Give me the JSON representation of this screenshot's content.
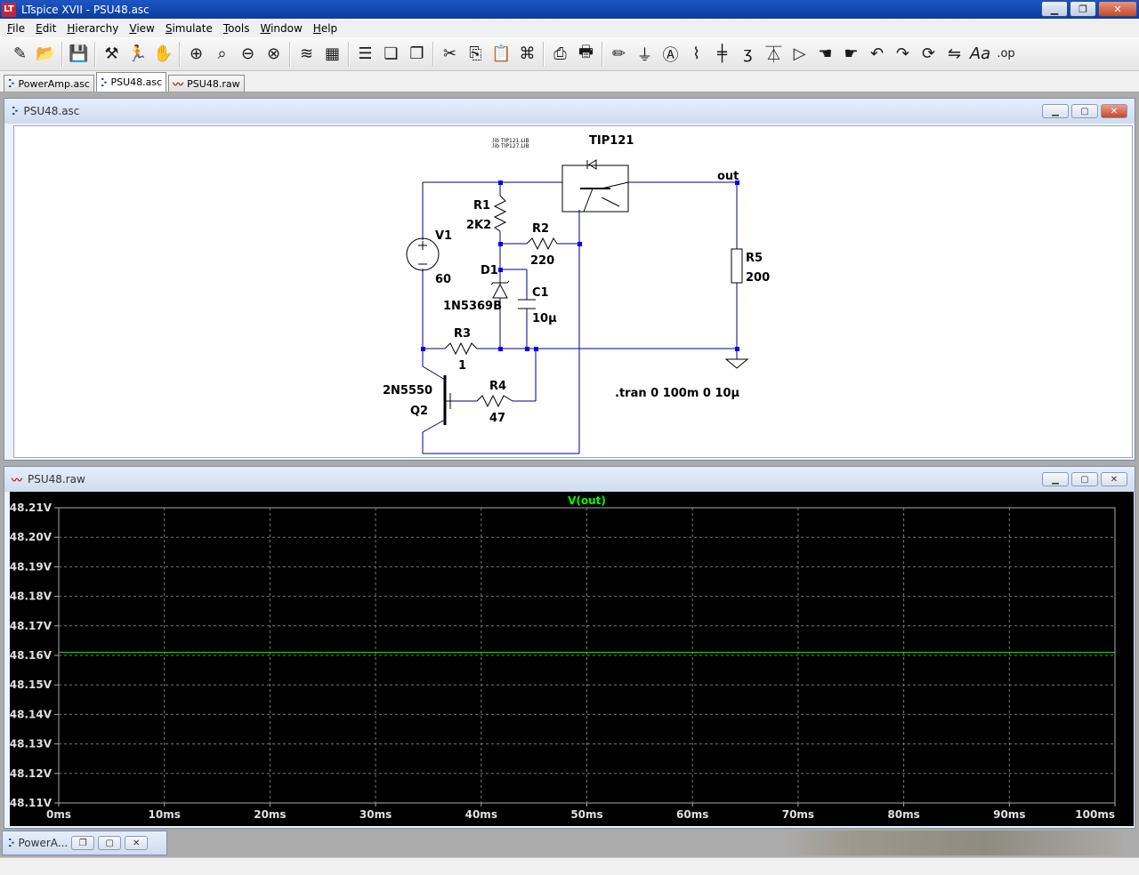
{
  "window": {
    "title": "LTspice XVII - PSU48.asc",
    "icon_text": "LT"
  },
  "menu": {
    "items": [
      {
        "u": "F",
        "rest": "ile"
      },
      {
        "u": "E",
        "rest": "dit"
      },
      {
        "u": "H",
        "rest": "ierarchy"
      },
      {
        "u": "V",
        "rest": "iew"
      },
      {
        "u": "S",
        "rest": "imulate"
      },
      {
        "u": "T",
        "rest": "ools"
      },
      {
        "u": "W",
        "rest": "indow"
      },
      {
        "u": "H",
        "rest": "elp"
      }
    ]
  },
  "tabs": [
    {
      "label": "PowerAmp.asc",
      "icon": "schematic-icon"
    },
    {
      "label": "PSU48.asc",
      "icon": "schematic-icon"
    },
    {
      "label": "PSU48.raw",
      "icon": "waveform-icon"
    }
  ],
  "schematic_window": {
    "title": "PSU48.asc"
  },
  "schematic": {
    "lib_line1": ".lib TIP121.LIB",
    "lib_line2": ".lib TIP127.LIB",
    "tip121": "TIP121",
    "out": "out",
    "r1_name": "R1",
    "r1_value": "2K2",
    "r2_name": "R2",
    "r2_value": "220",
    "v1_name": "V1",
    "v1_value": "60",
    "d1_name": "D1",
    "d1_value": "1N5369B",
    "c1_name": "C1",
    "c1_value": "10µ",
    "r3_name": "R3",
    "r3_value": "1",
    "r4_name": "R4",
    "r4_value": "47",
    "r5_name": "R5",
    "r5_value": "200",
    "q2_model": "2N5550",
    "q2_name": "Q2",
    "directive": ".tran 0 100m 0 10µ"
  },
  "waveform_window": {
    "title": "PSU48.raw"
  },
  "chart_data": {
    "type": "line",
    "title": "",
    "series": [
      {
        "name": "V(out)",
        "color": "#00ff00",
        "x": [
          0,
          100
        ],
        "y": [
          48.161,
          48.161
        ]
      }
    ],
    "y_ticks": [
      "48.21V",
      "48.20V",
      "48.19V",
      "48.18V",
      "48.17V",
      "48.16V",
      "48.15V",
      "48.14V",
      "48.13V",
      "48.12V",
      "48.11V"
    ],
    "x_ticks": [
      "0ms",
      "10ms",
      "20ms",
      "30ms",
      "40ms",
      "50ms",
      "60ms",
      "70ms",
      "80ms",
      "90ms",
      "100ms"
    ],
    "xlim": [
      0,
      100
    ],
    "ylim": [
      48.11,
      48.21
    ],
    "grid": true
  },
  "minimized": {
    "label": "PowerA..."
  },
  "colors": {
    "wire": "#000080",
    "trace": "#00ff00",
    "titlebar": "#1d56c4"
  }
}
